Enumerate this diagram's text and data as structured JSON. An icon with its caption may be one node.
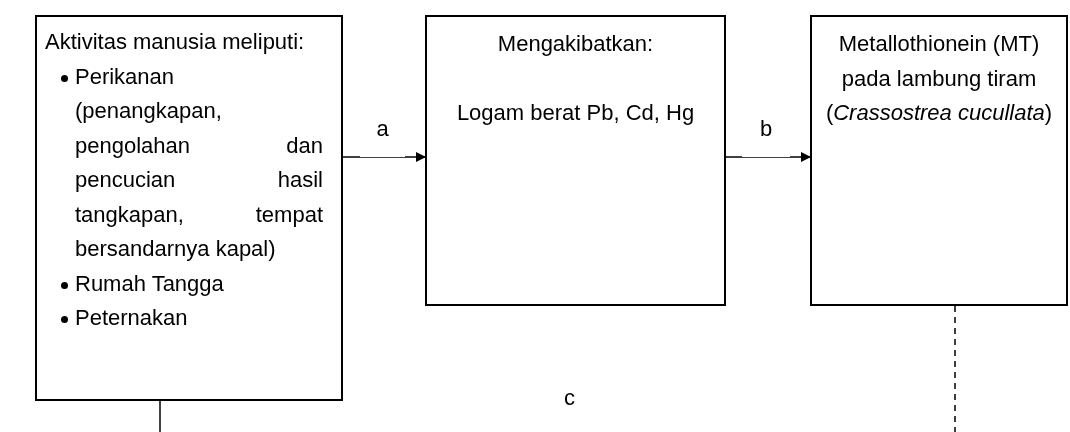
{
  "diagram": {
    "nodes": [
      {
        "text": [
          "Aktivitas manusia meliputi:",
          "Perikanan (penangkapan, pengolahan dan pencucian hasil tangkapan, tempat bersandarnya kapal)",
          "Rumah Tangga",
          "Peternakan"
        ]
      },
      {
        "text": [
          "Mengakibatkan:",
          "Logam berat Pb, Cd, Hg"
        ]
      },
      {
        "text": [
          "Metallothionein (MT) pada lambung tiram (*Crassostrea cucullata*)"
        ]
      }
    ],
    "edges": [
      {
        "from": 0,
        "to": 1,
        "arrow": "to",
        "label": "a"
      },
      {
        "from": 1,
        "to": 2,
        "arrow": "to",
        "label": "b"
      },
      {
        "from": 0,
        "to": null,
        "arrow": "none"
      },
      {
        "from": 2,
        "to": null,
        "arrow": "none",
        "style": "dashed"
      }
    ],
    "labels": [
      "c"
    ]
  }
}
